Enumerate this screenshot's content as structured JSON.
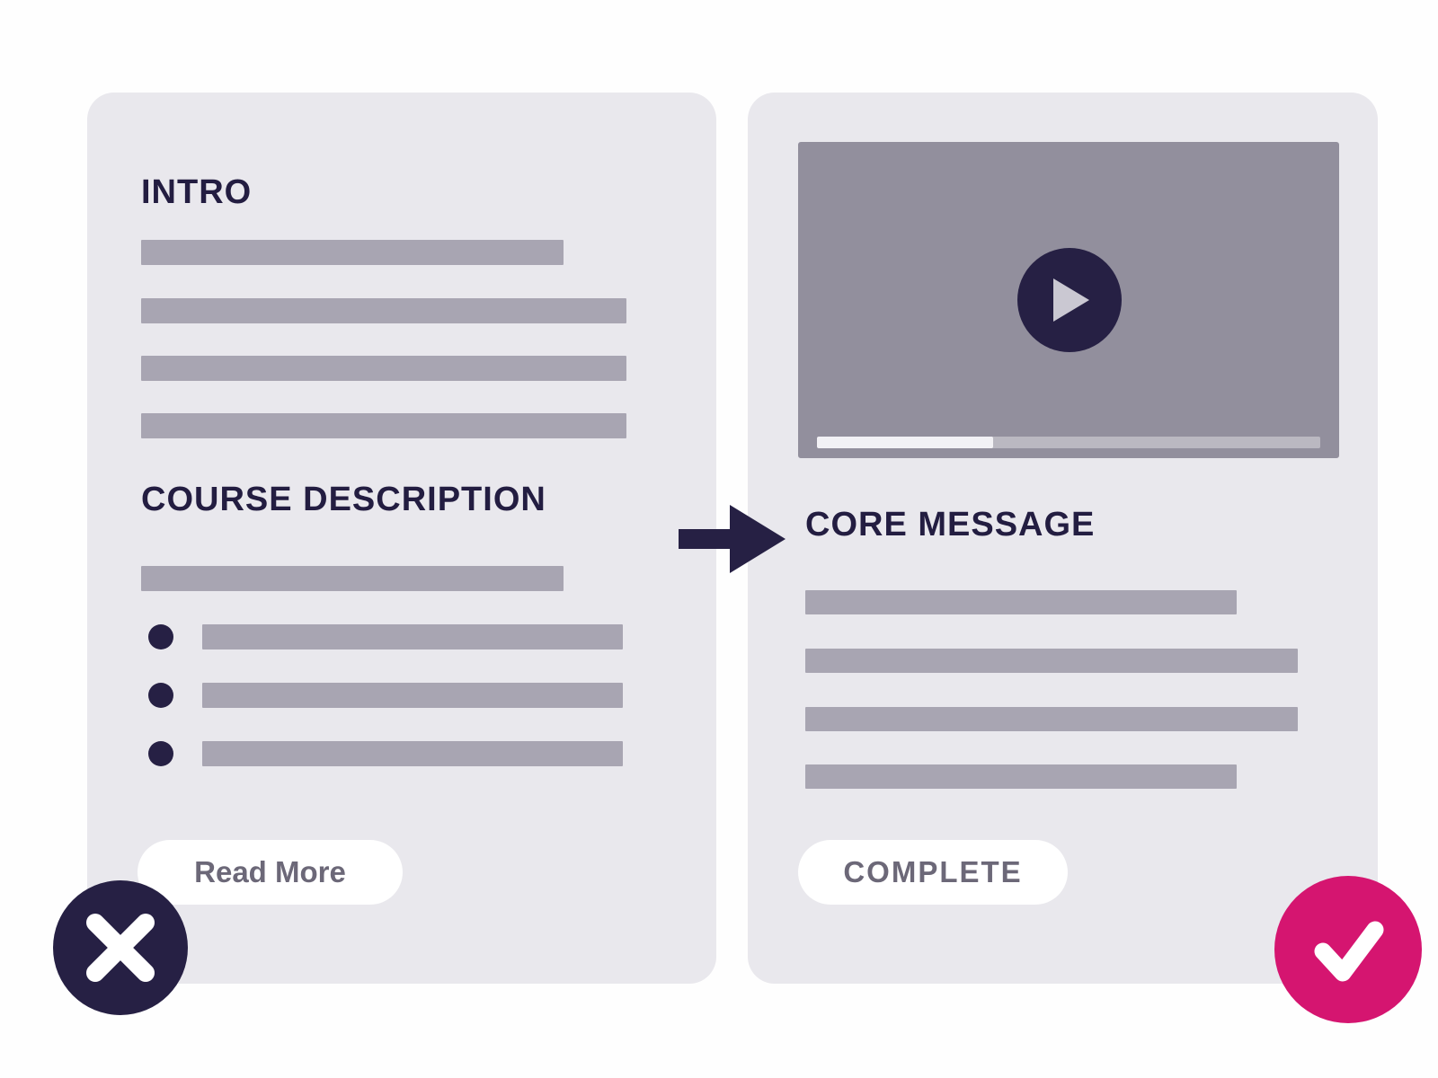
{
  "illustration": {
    "background_color": "#ffffff",
    "colors": {
      "card_background": "#e9e8ed",
      "heading_navy": "#231d41",
      "dark_navy": "#262044",
      "placeholder_gray": "#a8a5b2",
      "video_gray": "#928f9d",
      "progress_track_gray": "#bab8c1",
      "progress_fill_white": "#f2f1f5",
      "pill_white": "#ffffff",
      "pill_text_gray": "#6c6878",
      "accent_pink": "#d51570"
    },
    "left_card": {
      "section1_heading": "INTRO",
      "section1_placeholder_lines": [
        "short",
        "long",
        "long",
        "long"
      ],
      "section2_heading": "COURSE DESCRIPTION",
      "section2_placeholder_lines": [
        "short"
      ],
      "bullet_list_items": 3,
      "button_label": "Read More",
      "status_icon": "x-mark"
    },
    "connector": {
      "icon": "right-arrow"
    },
    "right_card": {
      "video_player": {
        "play_icon": "play",
        "progress_percent": 35
      },
      "heading": "CORE MESSAGE",
      "placeholder_lines": [
        "short",
        "long",
        "long",
        "short"
      ],
      "button_label": "COMPLETE",
      "status_icon": "check-mark"
    }
  }
}
